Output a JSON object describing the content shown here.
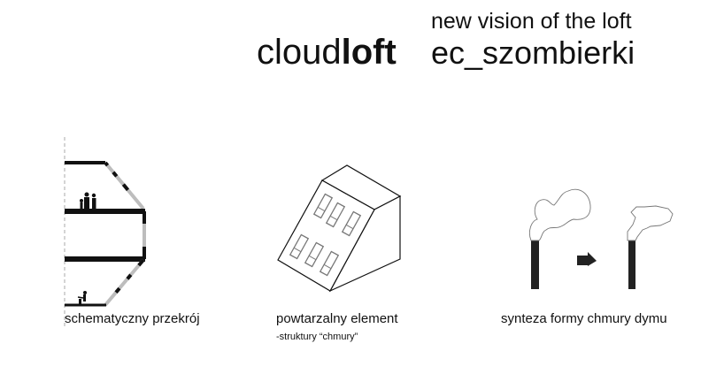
{
  "header": {
    "title_regular": "cloud",
    "title_bold": "loft",
    "subtitle_line1": "new vision of the loft",
    "subtitle_line2": "ec_szombierki"
  },
  "panels": [
    {
      "label": "schematyczny przekrój"
    },
    {
      "label": "powtarzalny element",
      "sublabel": "-struktury “chmury”"
    },
    {
      "label": "synteza formy chmury dymu"
    }
  ],
  "colors": {
    "ink": "#111111",
    "glass": "#bdbdbd",
    "chimney": "#222222"
  }
}
